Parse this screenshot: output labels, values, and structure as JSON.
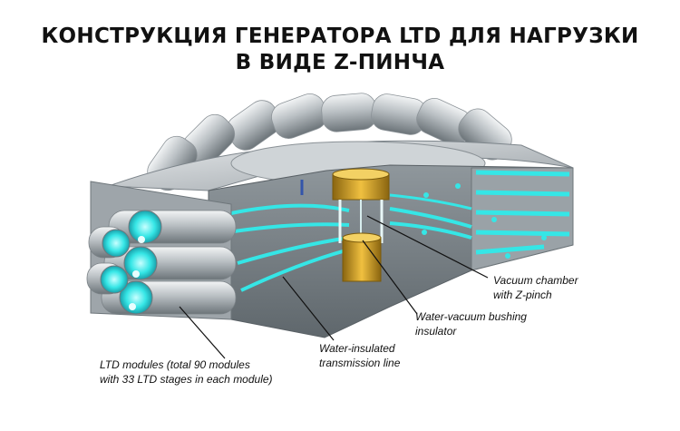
{
  "title": {
    "line1": "КОНСТРУКЦИЯ ГЕНЕРАТОРА LTD ДЛЯ НАГРУЗКИ",
    "line2": "В ВИДЕ Z-ПИНЧА"
  },
  "labels": {
    "vacuum_chamber": [
      "Vacuum chamber",
      "with Z-pinch"
    ],
    "bushing": [
      "Water-vacuum bushing",
      "insulator"
    ],
    "transmission": [
      "Water-insulated",
      "transmission line"
    ],
    "ltd_modules": [
      "LTD modules (total 90 modules",
      "with 33 LTD stages in each module)"
    ]
  },
  "colors": {
    "metal_light": "#d9dde0",
    "metal_dark": "#7d858b",
    "water_glow": "#35e6e6",
    "brass": "#d4a017"
  }
}
